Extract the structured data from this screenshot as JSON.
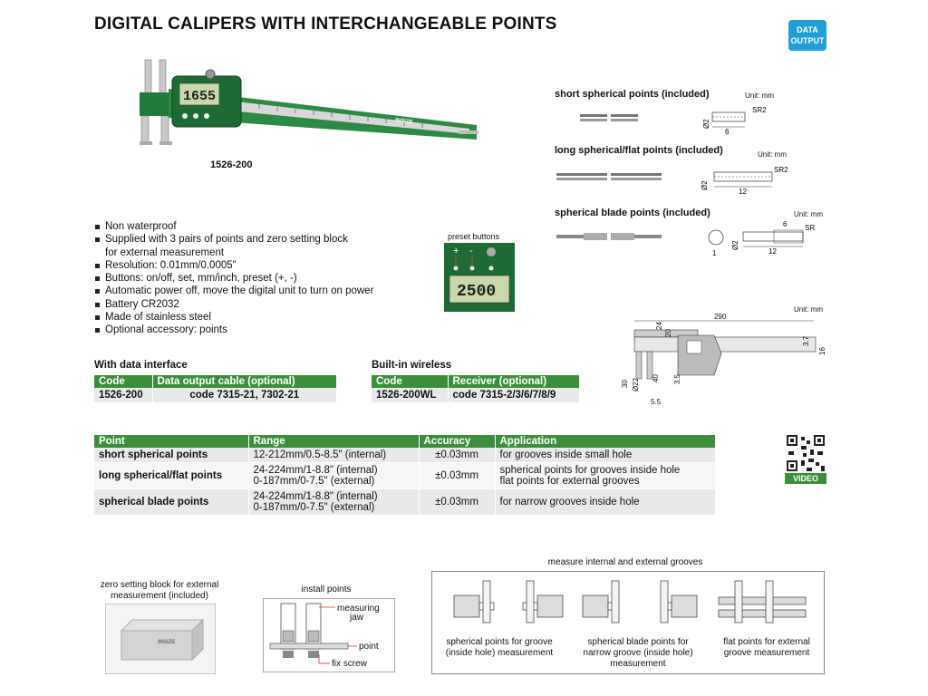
{
  "title": "DIGITAL CALIPERS WITH INTERCHANGEABLE POINTS",
  "badge": {
    "line1": "DATA",
    "line2": "OUTPUT",
    "color": "#1e9fd8"
  },
  "product": {
    "model": "1526-200",
    "display": "1655",
    "brand": "INSIZE"
  },
  "features": [
    "Non waterproof",
    "Supplied with 3 pairs of points and zero setting block",
    "for external measurement",
    "Resolution: 0.01mm/0.0005\"",
    "Buttons: on/off, set, mm/inch, preset (+, -)",
    "Automatic power off, move the digital unit to turn on power",
    "Battery CR2032",
    "Made of stainless steel",
    "Optional accessory: points"
  ],
  "preset": {
    "label": "preset buttons",
    "display": "2500",
    "plus": "+",
    "minus": "-"
  },
  "points_panel": {
    "short": {
      "title": "short spherical points (included)",
      "unit": "Unit: mm",
      "sr": "SR2",
      "dia": "Ø2",
      "len": "6"
    },
    "long": {
      "title": "long spherical/flat points (included)",
      "unit": "Unit: mm",
      "sr": "SR2",
      "dia": "Ø2",
      "len": "12"
    },
    "blade": {
      "title": "spherical blade points (included)",
      "unit": "Unit: mm",
      "sr": "SR2",
      "dia": "Ø2",
      "len": "12",
      "len2": "6",
      "thick": "1"
    }
  },
  "dims": {
    "unit": "Unit: mm",
    "d290": "290",
    "d24": "24",
    "d20": "20",
    "d37": "3.7",
    "d16": "16",
    "d30": "30",
    "d22": "Ø22",
    "d40": "40",
    "d35": "3.5",
    "d55": "5.5"
  },
  "data_interface": {
    "heading": "With data interface",
    "headers": [
      "Code",
      "Data output cable (optional)"
    ],
    "row": [
      "1526-200",
      "code 7315-21, 7302-21"
    ]
  },
  "wireless": {
    "heading": "Built-in wireless",
    "headers": [
      "Code",
      "Receiver (optional)"
    ],
    "row": [
      "1526-200WL",
      "code 7315-2/3/6/7/8/9"
    ]
  },
  "points_table": {
    "headers": [
      "Point",
      "Range",
      "Accuracy",
      "Application"
    ],
    "rows": [
      {
        "point": "short spherical points",
        "range1": "12-212mm/0.5-8.5\" (internal)",
        "range2": "",
        "accuracy": "±0.03mm",
        "app1": "for grooves inside small hole",
        "app2": ""
      },
      {
        "point": "long spherical/flat points",
        "range1": "24-224mm/1-8.8\" (internal)",
        "range2": "0-187mm/0-7.5\" (external)",
        "accuracy": "±0.03mm",
        "app1": "spherical points for grooves inside hole",
        "app2": "flat points for external grooves"
      },
      {
        "point": "spherical blade points",
        "range1": "24-224mm/1-8.8\" (internal)",
        "range2": "0-187mm/0-7.5\" (external)",
        "accuracy": "±0.03mm",
        "app1": "for narrow grooves inside hole",
        "app2": ""
      }
    ]
  },
  "video": {
    "label": "VIDEO"
  },
  "zero_block": {
    "caption1": "zero setting block for external",
    "caption2": "measurement (included)",
    "brand": "INSIZE"
  },
  "install": {
    "title": "install points",
    "jaw1": "measuring",
    "jaw2": "jaw",
    "point": "point",
    "screw": "fix screw"
  },
  "grooves": {
    "title": "measure internal and external grooves",
    "cap1": [
      "spherical points for groove",
      "(inside hole) measurement"
    ],
    "cap2": [
      "spherical blade points for",
      "narrow groove (inside hole)",
      "measurement"
    ],
    "cap3": [
      "flat points for external",
      "groove measurement"
    ]
  },
  "colors": {
    "green": "#3c8f3a",
    "grey": "#e9e9e9"
  }
}
